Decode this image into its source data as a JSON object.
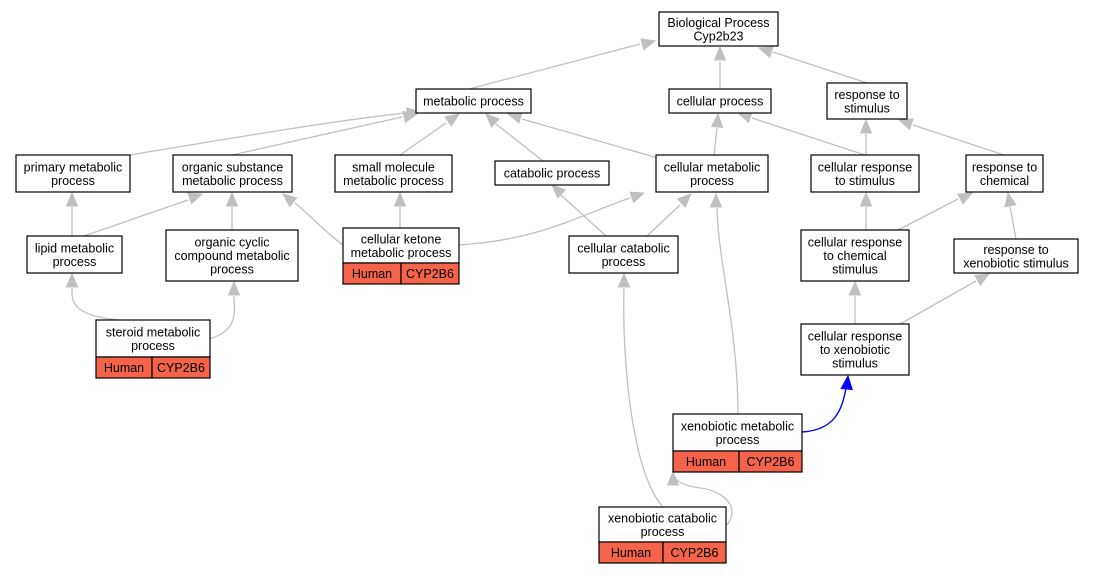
{
  "nodes": {
    "bp_root": {
      "lines": [
        "Biological Process",
        "Cyp2b23"
      ]
    },
    "metabolic": {
      "lines": [
        "metabolic process"
      ]
    },
    "cellular": {
      "lines": [
        "cellular process"
      ]
    },
    "response_stimulus": {
      "lines": [
        "response to",
        "stimulus"
      ]
    },
    "primary_metabolic": {
      "lines": [
        "primary metabolic",
        "process"
      ]
    },
    "organic_substance": {
      "lines": [
        "organic substance",
        "metabolic process"
      ]
    },
    "small_molecule": {
      "lines": [
        "small molecule",
        "metabolic process"
      ]
    },
    "catabolic": {
      "lines": [
        "catabolic process"
      ]
    },
    "cellular_metabolic": {
      "lines": [
        "cellular metabolic",
        "process"
      ]
    },
    "cellular_response_stimulus": {
      "lines": [
        "cellular response",
        "to stimulus"
      ]
    },
    "response_chemical": {
      "lines": [
        "response to",
        "chemical"
      ]
    },
    "lipid_metabolic": {
      "lines": [
        "lipid metabolic",
        "process"
      ]
    },
    "organic_cyclic": {
      "lines": [
        "organic cyclic",
        "compound metabolic",
        "process"
      ]
    },
    "cellular_ketone": {
      "lines": [
        "cellular ketone",
        "metabolic process"
      ],
      "species": "Human",
      "gene": "CYP2B6"
    },
    "cellular_catabolic": {
      "lines": [
        "cellular catabolic",
        "process"
      ]
    },
    "cellular_response_chemical": {
      "lines": [
        "cellular response",
        "to chemical",
        "stimulus"
      ]
    },
    "response_xenobiotic": {
      "lines": [
        "response to",
        "xenobiotic stimulus"
      ]
    },
    "steroid_metabolic": {
      "lines": [
        "steroid metabolic",
        "process"
      ],
      "species": "Human",
      "gene": "CYP2B6"
    },
    "cellular_response_xenobiotic": {
      "lines": [
        "cellular response",
        "to xenobiotic",
        "stimulus"
      ]
    },
    "xenobiotic_metabolic": {
      "lines": [
        "xenobiotic metabolic",
        "process"
      ],
      "species": "Human",
      "gene": "CYP2B6"
    },
    "xenobiotic_catabolic": {
      "lines": [
        "xenobiotic catabolic",
        "process"
      ],
      "species": "Human",
      "gene": "CYP2B6"
    }
  },
  "colors": {
    "annotation": "#f5634a",
    "edge": "#c0c0c0",
    "highlight_edge": "#0000ff"
  }
}
